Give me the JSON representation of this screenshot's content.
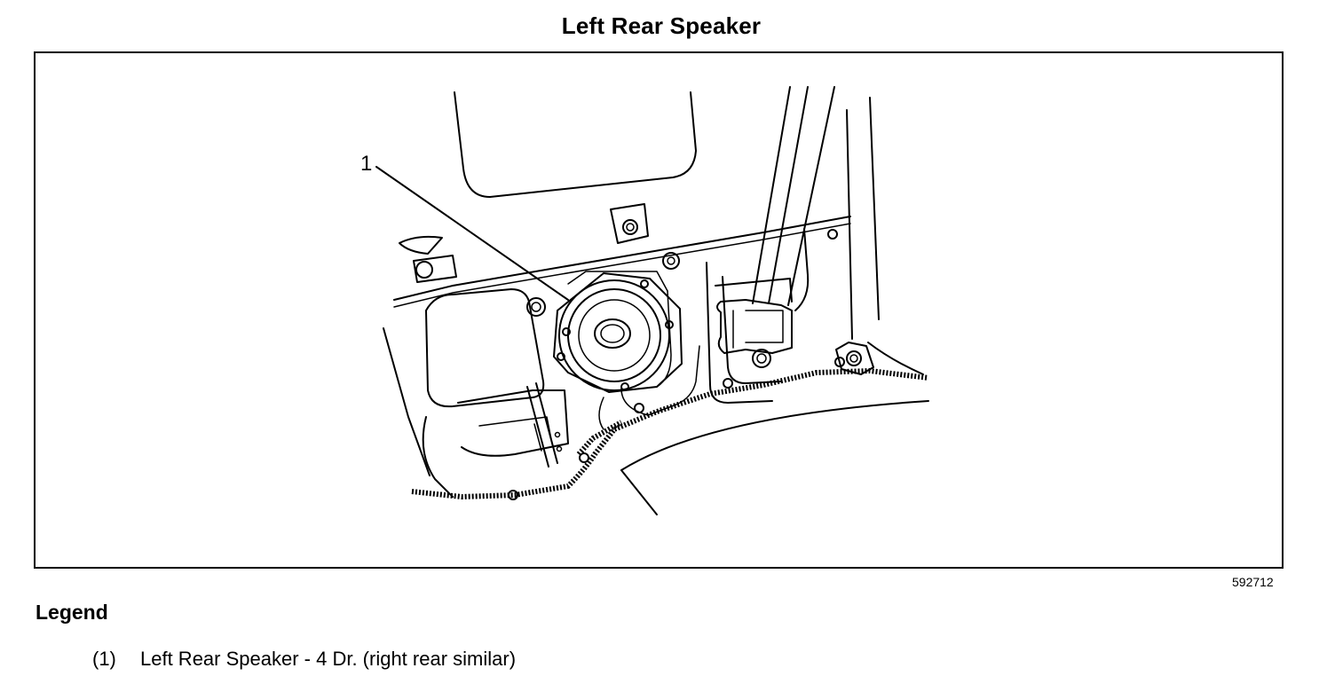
{
  "page": {
    "title": "Left Rear Speaker",
    "figure_id": "592712"
  },
  "diagram": {
    "callouts": [
      {
        "label": "1"
      }
    ]
  },
  "legend": {
    "heading": "Legend",
    "items": [
      {
        "number": "(1)",
        "text": "Left Rear Speaker - 4 Dr. (right rear similar)"
      }
    ]
  }
}
